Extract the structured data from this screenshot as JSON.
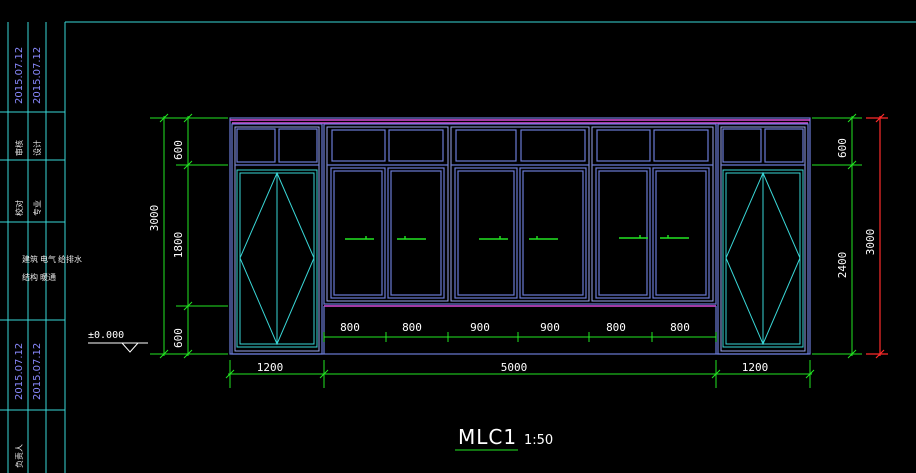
{
  "colors": {
    "background": "#000000",
    "frame": "#6a7bd6",
    "frame_inner": "#9aa6ee",
    "glass": "#39d6d6",
    "dim": "#22e622",
    "dim_text": "#ffffff",
    "top_bar": "#d94cd9",
    "level": "#ffffff",
    "red_dim": "#ff2b2b",
    "border": "#39d6d6",
    "handle": "#22e622"
  },
  "drawing": {
    "title": "MLC1",
    "scale": "1:50",
    "level_mark": "±0.000"
  },
  "dimensions": {
    "left_vertical": {
      "total": "3000",
      "segments": [
        "600",
        "1800",
        "600"
      ]
    },
    "right_vertical": {
      "top": "600",
      "bottom": "2400",
      "total": "3000"
    },
    "bottom_horizontal": [
      "1200",
      "5000",
      "1200"
    ],
    "center_panels": [
      "800",
      "800",
      "900",
      "900",
      "800",
      "800"
    ]
  },
  "title_block": {
    "dates": [
      "2015.07.12",
      "2015.07.12",
      "2015.07.12",
      "2015.07.12"
    ],
    "labels": [
      "审核",
      "设计",
      "校对",
      "专业",
      "负责人"
    ],
    "roles": [
      "建筑",
      "结构",
      "电气",
      "暖通",
      "给排水"
    ]
  }
}
